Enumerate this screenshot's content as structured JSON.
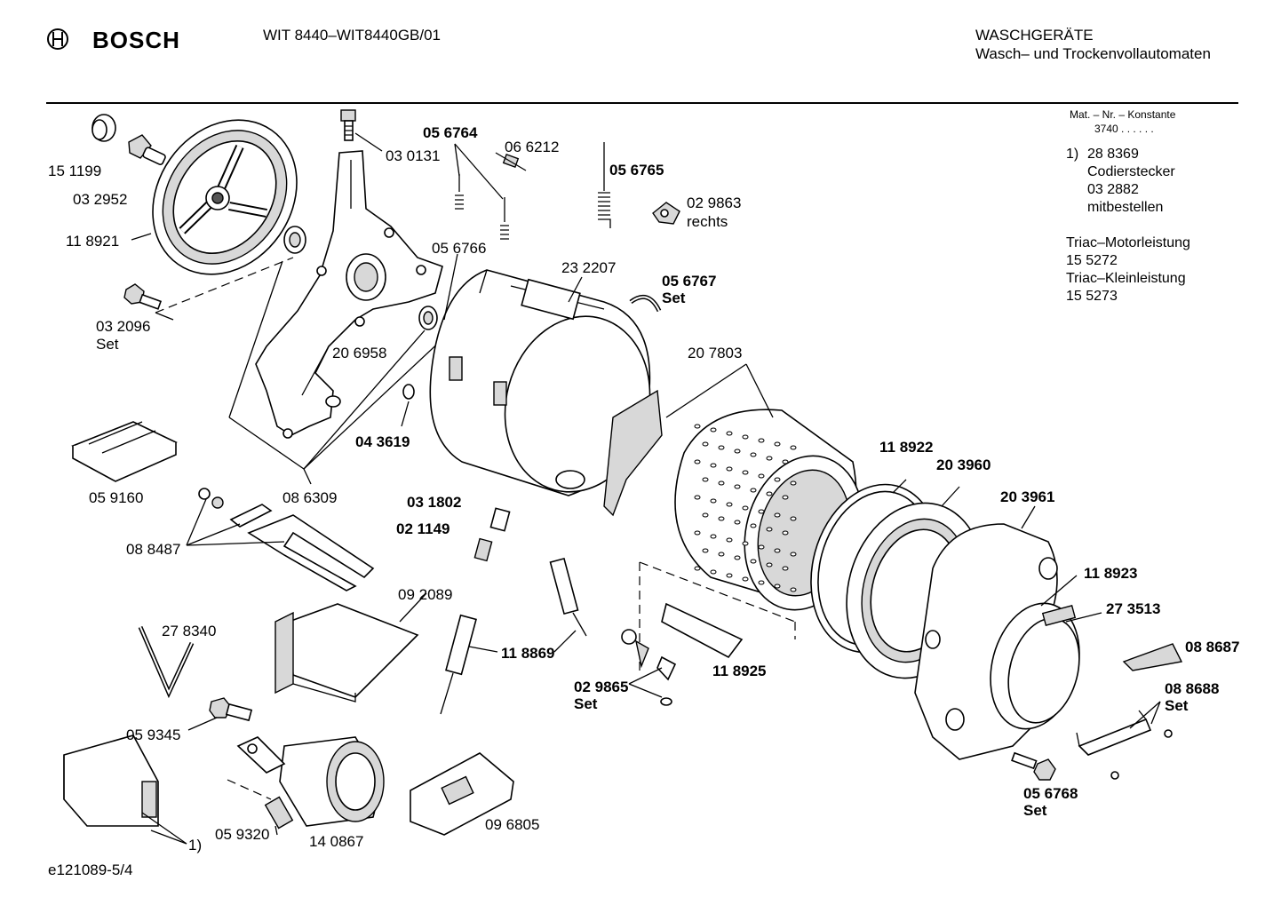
{
  "header": {
    "brand": "BOSCH",
    "model": "WIT 8440–WIT8440GB/01",
    "category_line1": "WASCHGERÄTE",
    "category_line2": "Wasch– und Trockenvollautomaten"
  },
  "side_notes": {
    "mat_nr_label": "Mat. – Nr. – Konstante",
    "mat_nr_value": "3740 . .   . . . .",
    "note_marker": "1)",
    "note_line1": "28 8369",
    "note_line2": "Codierstecker",
    "note_line3": "03 2882",
    "note_line4": "mitbestellen",
    "triac1_label": "Triac–Motorleistung",
    "triac1_value": "15 5272",
    "triac2_label": "Triac–Kleinleistung",
    "triac2_value": "15 5273"
  },
  "parts": {
    "p151199": "15 1199",
    "p032952": "03 2952",
    "p118921": "11 8921",
    "p032096": "03 2096",
    "p032096_set": "Set",
    "p030131": "03 0131",
    "p056764": "05 6764",
    "p066212": "06 6212",
    "p056765": "05 6765",
    "p029863": "02 9863",
    "p029863_side": "rechts",
    "p056766": "05 6766",
    "p232207": "23 2207",
    "p056767": "05 6767",
    "p056767_set": "Set",
    "p206958": "20 6958",
    "p207803": "20 7803",
    "p043619": "04 3619",
    "p059160": "05 9160",
    "p086309": "08 6309",
    "p031802": "03 1802",
    "p021149": "02 1149",
    "p088487": "08 8487",
    "p118922": "11 8922",
    "p203960": "20 3960",
    "p203961": "20 3961",
    "p092089": "09 2089",
    "p118923": "11 8923",
    "p273513": "27 3513",
    "p278340": "27 8340",
    "p118869": "11 8869",
    "p088687": "08 8687",
    "p029865": "02 9865",
    "p029865_set": "Set",
    "p118925": "11 8925",
    "p088688": "08 8688",
    "p088688_set": "Set",
    "p059345": "05 9345",
    "p059320": "05 9320",
    "p140867": "14 0867",
    "p096805": "09 6805",
    "p056768": "05 6768",
    "p056768_set": "Set",
    "module_note": "1)"
  },
  "footer": {
    "doc_id": "e121089-5/4"
  }
}
